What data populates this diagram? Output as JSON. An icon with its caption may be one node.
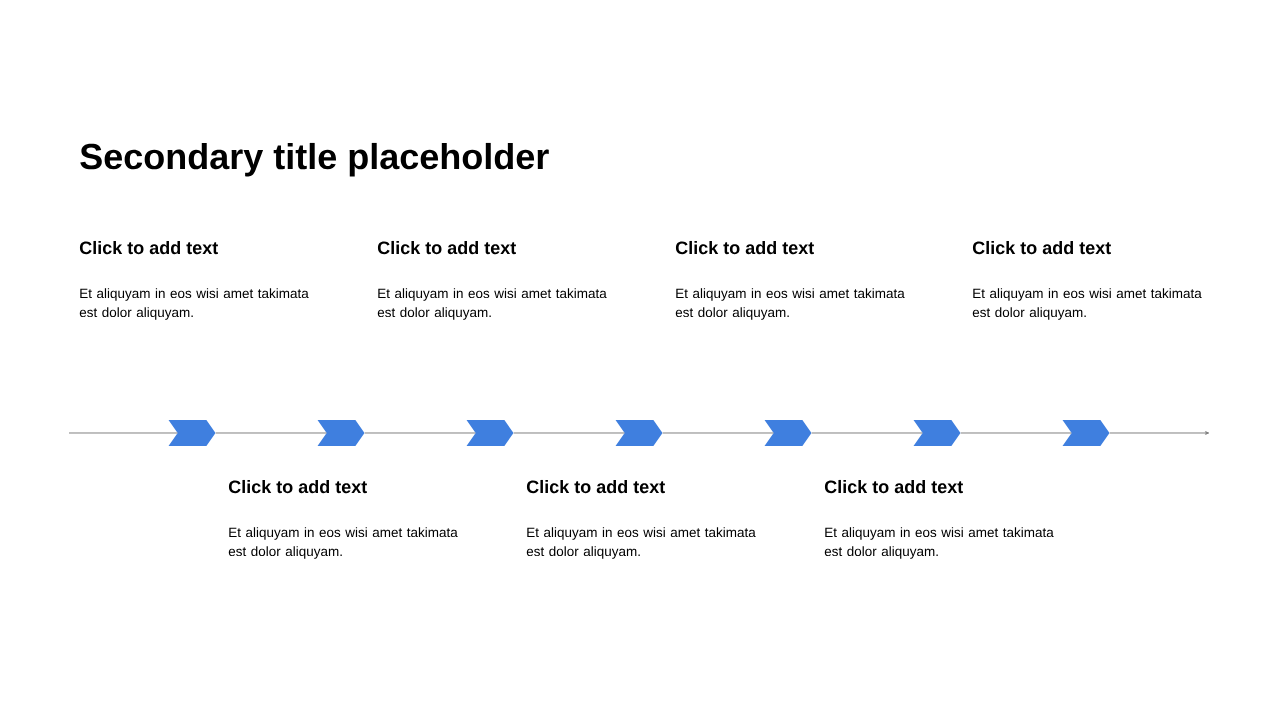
{
  "diagram": {
    "title": "Secondary title placeholder",
    "nodes": [
      {
        "text": [],
        "shape": "chevron"
      },
      {
        "text": [],
        "shape": "chevron"
      },
      {
        "text": [],
        "shape": "chevron"
      },
      {
        "text": [],
        "shape": "chevron"
      },
      {
        "text": [],
        "shape": "chevron"
      },
      {
        "text": [],
        "shape": "chevron"
      },
      {
        "text": [],
        "shape": "chevron"
      }
    ],
    "edges": [
      {
        "from": null,
        "to": 0,
        "arrow": "none"
      },
      {
        "from": 0,
        "to": 1,
        "arrow": "none"
      },
      {
        "from": 1,
        "to": 2,
        "arrow": "none"
      },
      {
        "from": 2,
        "to": 3,
        "arrow": "none"
      },
      {
        "from": 3,
        "to": 4,
        "arrow": "none"
      },
      {
        "from": 4,
        "to": 5,
        "arrow": "none"
      },
      {
        "from": 5,
        "to": 6,
        "arrow": "none"
      },
      {
        "from": 6,
        "to": null,
        "arrow": "to"
      }
    ],
    "labels": [
      "Click to add text",
      "Et aliquyam in eos wisi amet takimata est dolor aliquyam.",
      "Click to add text",
      "Et aliquyam in eos wisi amet takimata est dolor aliquyam.",
      "Click to add text",
      "Et aliquyam in eos wisi amet takimata est dolor aliquyam.",
      "Click to add text",
      "Et aliquyam in eos wisi amet takimata est dolor aliquyam.",
      "Click to add text",
      "Et aliquyam in eos wisi amet takimata est dolor aliquyam.",
      "Click to add text",
      "Et aliquyam in eos wisi amet takimata est dolor aliquyam.",
      "Click to add text",
      "Et aliquyam in eos wisi amet takimata est dolor aliquyam."
    ]
  }
}
